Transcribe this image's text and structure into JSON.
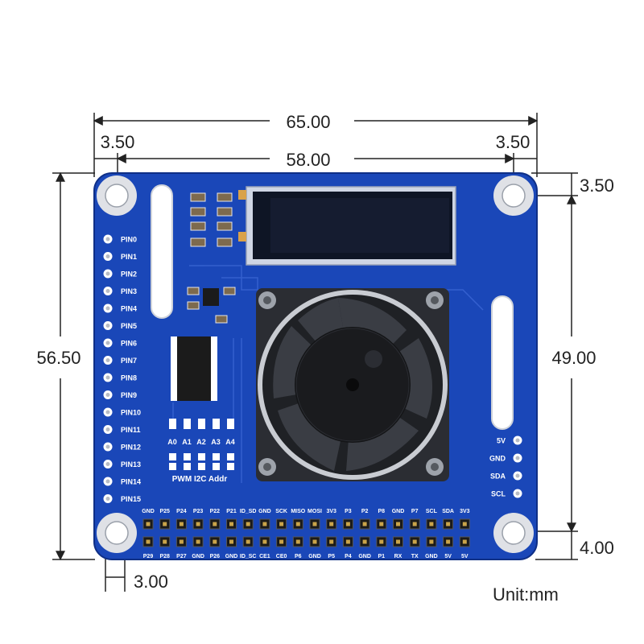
{
  "dimensions": {
    "total_width": "65.00",
    "inner_width": "58.00",
    "hole_offset_left": "3.50",
    "hole_offset_right": "3.50",
    "hole_offset_top": "3.50",
    "total_height": "56.50",
    "inner_height": "49.00",
    "hole_offset_bottom": "4.00",
    "hole_offset_bottom_left": "3.00"
  },
  "unit_label": "Unit:mm",
  "board": {
    "color": "#1a47b8",
    "pin_labels": [
      "PIN0",
      "PIN1",
      "PIN2",
      "PIN3",
      "PIN4",
      "PIN5",
      "PIN6",
      "PIN7",
      "PIN8",
      "PIN9",
      "PIN10",
      "PIN11",
      "PIN12",
      "PIN13",
      "PIN14",
      "PIN15"
    ],
    "addr_labels": [
      "A0",
      "A1",
      "A2",
      "A3",
      "A4"
    ],
    "addr_title": "PWM I2C Addr",
    "side_labels": [
      "5V",
      "GND",
      "SDA",
      "SCL"
    ],
    "header_top": [
      "GND",
      "P25",
      "P24",
      "P23",
      "P22",
      "P21",
      "ID_SD",
      "GND",
      "SCK",
      "MISO",
      "MOSI",
      "3V3",
      "P3",
      "P2",
      "P8",
      "GND",
      "P7",
      "SCL",
      "SDA",
      "3V3"
    ],
    "header_bottom": [
      "P29",
      "P28",
      "P27",
      "GND",
      "P26",
      "GND",
      "ID_SC",
      "CE1",
      "CE0",
      "P6",
      "GND",
      "P5",
      "P4",
      "GND",
      "P1",
      "RX",
      "TX",
      "GND",
      "5V",
      "5V"
    ]
  }
}
